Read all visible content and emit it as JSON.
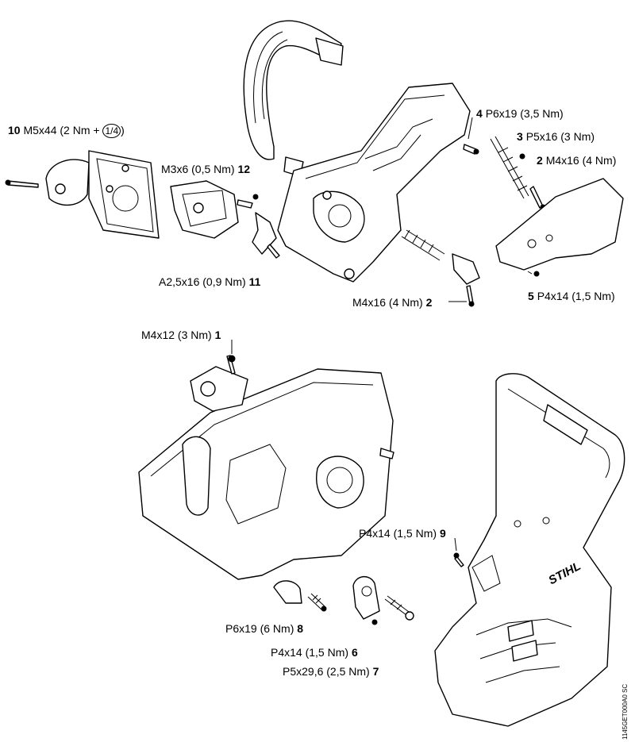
{
  "callouts": [
    {
      "num": "10",
      "text": "M5x44 (2 Nm + ",
      "circled": "1/4",
      "close": ")"
    },
    {
      "num": "12",
      "text": "M3x6 (0,5 Nm)"
    },
    {
      "num": "11",
      "text": "A2,5x16 (0,9 Nm)"
    },
    {
      "num": "4",
      "text": "P6x19 (3,5 Nm)"
    },
    {
      "num": "3",
      "text": "P5x16 (3 Nm)"
    },
    {
      "num": "2",
      "text": "M4x16 (4 Nm)"
    },
    {
      "num": "2",
      "text": "M4x16 (4 Nm)"
    },
    {
      "num": "5",
      "text": "P4x14 (1,5 Nm)"
    },
    {
      "num": "1",
      "text": "M4x12 (3 Nm)"
    },
    {
      "num": "9",
      "text": "P4x14 (1,5 Nm)"
    },
    {
      "num": "8",
      "text": "P6x19 (6 Nm)"
    },
    {
      "num": "6",
      "text": "P4x14 (1,5 Nm)"
    },
    {
      "num": "7",
      "text": "P5x29,6 (2,5 Nm)"
    }
  ],
  "reference_code": "1145GET000A0 SC",
  "brand_mark": "STIHL"
}
